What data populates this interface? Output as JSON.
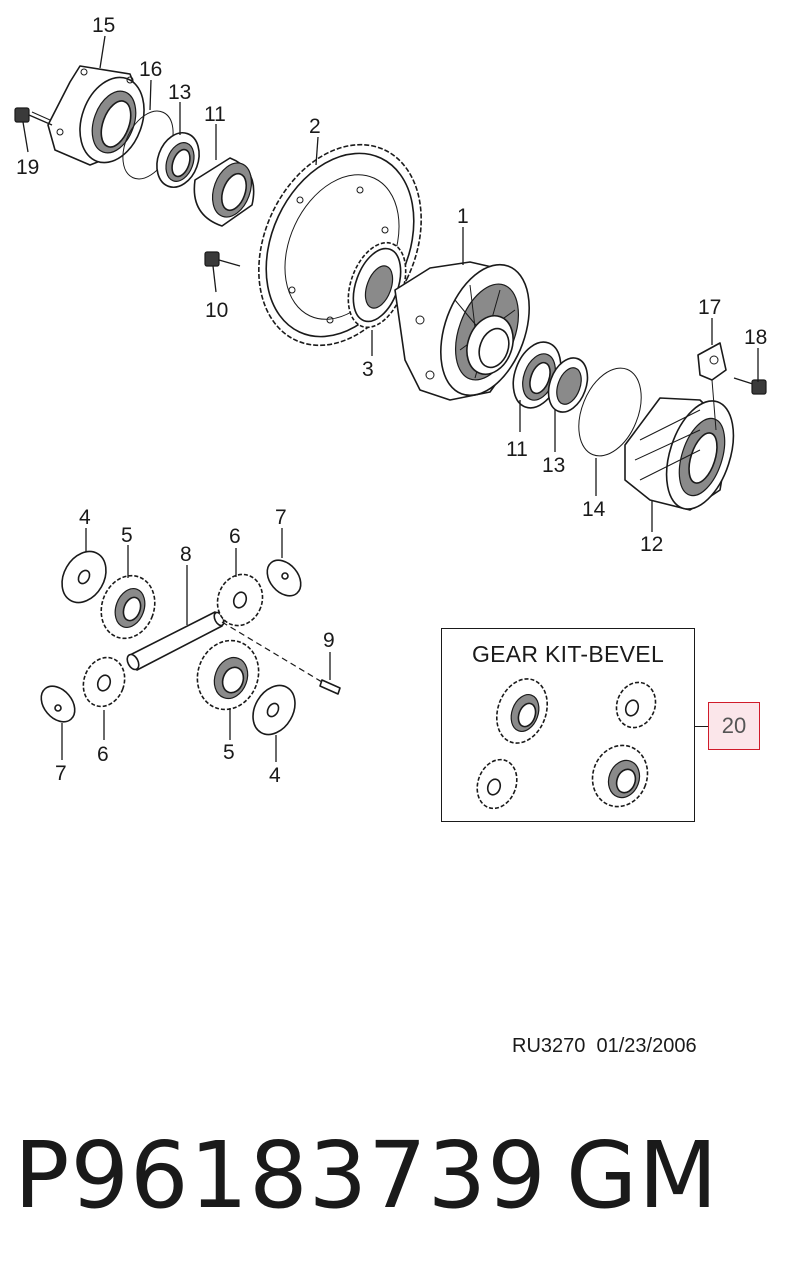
{
  "callouts": {
    "c15": "15",
    "c16": "16",
    "c13a": "13",
    "c11a": "11",
    "c19": "19",
    "c2": "2",
    "c1": "1",
    "c10": "10",
    "c3": "3",
    "c17": "17",
    "c18": "18",
    "c11b": "11",
    "c13b": "13",
    "c14": "14",
    "c12": "12",
    "c4a": "4",
    "c5a": "5",
    "c8": "8",
    "c6a": "6",
    "c7a": "7",
    "c9": "9",
    "c7b": "7",
    "c6b": "6",
    "c5b": "5",
    "c4b": "4"
  },
  "kit": {
    "title": "GEAR KIT-BEVEL",
    "ref": "20"
  },
  "footer": {
    "drawing_code": "RU3270  01/23/2006",
    "part_number": "P96183739",
    "brand": "GM"
  },
  "colors": {
    "ref_border": "#d01b2a",
    "ref_fill": "#fbe6ea"
  }
}
